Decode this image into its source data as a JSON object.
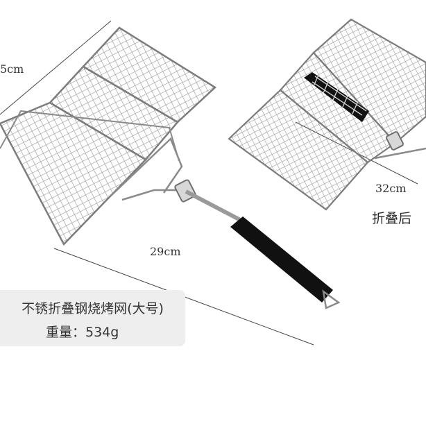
{
  "product": {
    "title": "不锈折叠钢烧烤网(大号)",
    "weight": "重量：534g"
  },
  "dimensions": {
    "width_left": "5cm",
    "length": "29cm",
    "folded_length": "32cm"
  },
  "folded_label": "折叠后",
  "colors": {
    "wire": "#8a8a8a",
    "handle": "#111111",
    "info_box": "#eeeeee",
    "text": "#333333"
  }
}
